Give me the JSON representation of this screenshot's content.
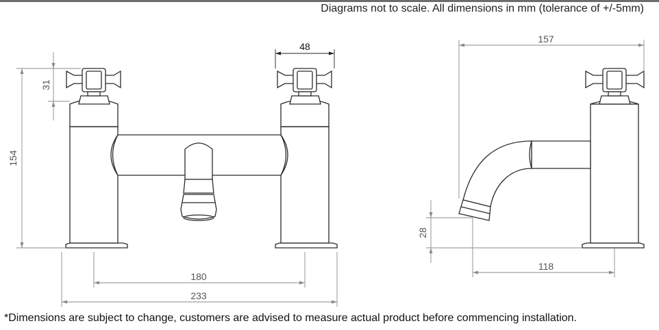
{
  "header": {
    "note": "Diagrams not to scale. All dimensions in mm (tolerance of +/-5mm)"
  },
  "footer": {
    "disclaimer": "*Dimensions are subject to change, customers are advised to measure actual product before commencing installation."
  },
  "front_view": {
    "dimensions": {
      "handle_width": "48",
      "handle_height": "31",
      "overall_height": "154",
      "centres": "180",
      "overall_width": "233"
    }
  },
  "side_view": {
    "dimensions": {
      "overall_depth": "157",
      "spout_height": "28",
      "spout_reach": "118"
    }
  }
}
